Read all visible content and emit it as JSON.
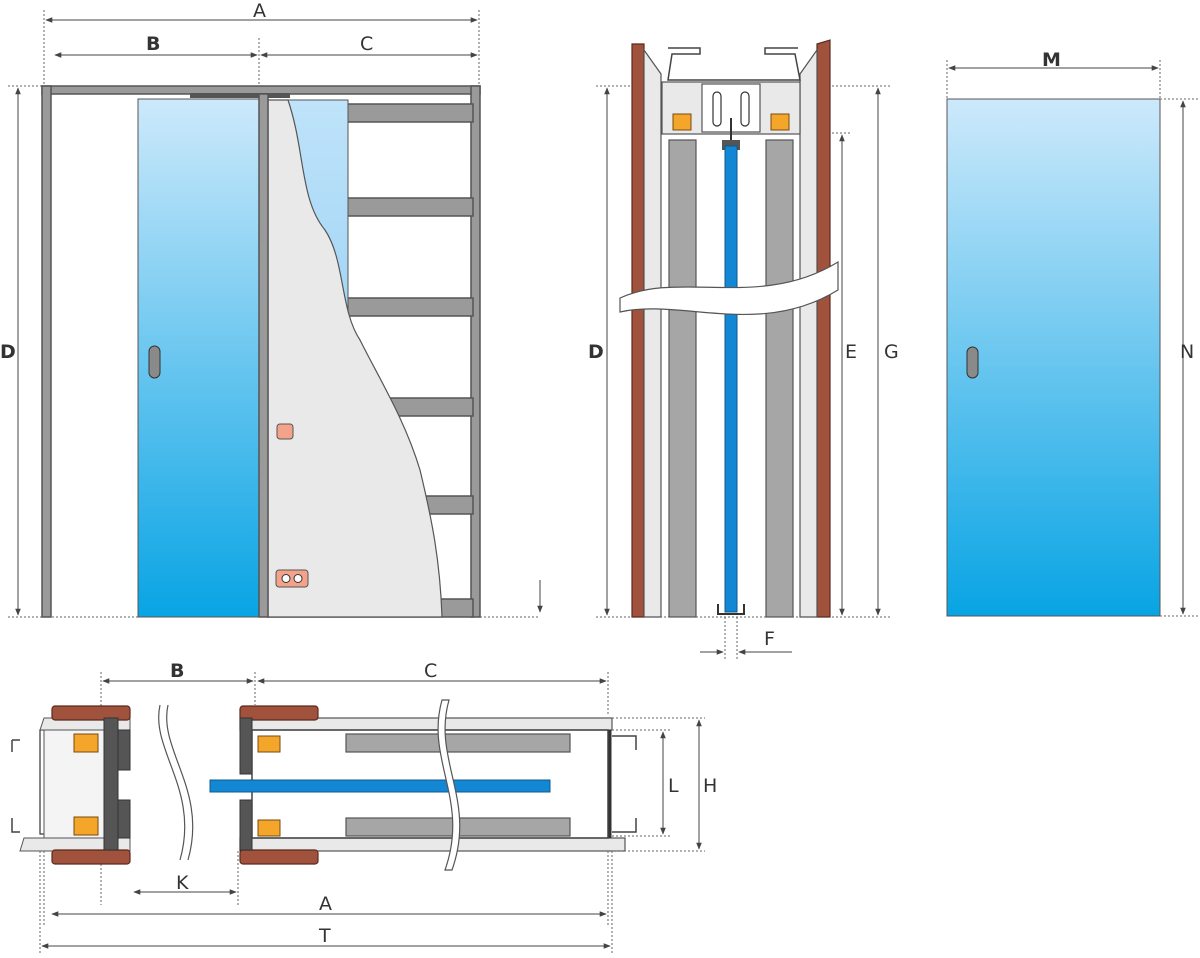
{
  "labels": {
    "A": "A",
    "B": "B",
    "C": "C",
    "D": "D",
    "E": "E",
    "F": "F",
    "G": "G",
    "H": "H",
    "K": "K",
    "L": "L",
    "M": "M",
    "N": "N",
    "T": "T"
  },
  "colors": {
    "glass_top": "#cde9fb",
    "glass_bottom": "#08a4e4",
    "jamb": "#a0523d",
    "bracket": "#f4a62a",
    "glass_section": "#1487d4",
    "frame": "#9a9a9a",
    "board": "#e9e9e9"
  }
}
